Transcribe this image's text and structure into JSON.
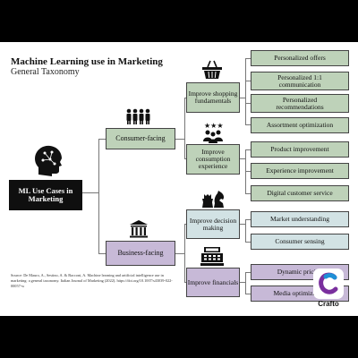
{
  "title": "Machine Learning use in Marketing",
  "subtitle": "General Taxonomy",
  "root": "ML Use Cases in Marketing",
  "branches": [
    {
      "label": "Consumer-facing",
      "children": [
        {
          "label": "Improve shopping fundamentals",
          "leaves": [
            "Personalized offers",
            "Personalized 1:1 communication",
            "Personalized recommendations",
            "Assortment optimization"
          ]
        },
        {
          "label": "Improve consumption experience",
          "leaves": [
            "Product improvement",
            "Experience improvement",
            "Digital customer service"
          ]
        }
      ]
    },
    {
      "label": "Business-facing",
      "children": [
        {
          "label": "Improve decision making",
          "leaves": [
            "Market understanding",
            "Consumer sensing"
          ]
        },
        {
          "label": "Improve financials",
          "leaves": [
            "Dynamic pricing",
            "Media optimization"
          ]
        }
      ]
    }
  ],
  "source": "Source: De Mauro, A., Sestino, A. & Bacconi, A. Machine learning and artificial intelligence use in marketing: a general taxonomy. Italian Journal of Marketing (2022). https://doi.org/10.1007/s43039-022-00057-w",
  "logo": "Crafto",
  "icons": {
    "root": "head-circuit-icon",
    "consumer": "people-group-icon",
    "business": "bank-building-icon",
    "shopping": "shopping-basket-icon",
    "experience": "rating-stars-people-icon",
    "decision": "chess-pieces-icon",
    "financials": "cash-register-icon"
  },
  "colors": {
    "green": "#bed2b9",
    "blue": "#d2e2e4",
    "purple": "#c7b9d7",
    "root": "#0f0f0f"
  }
}
